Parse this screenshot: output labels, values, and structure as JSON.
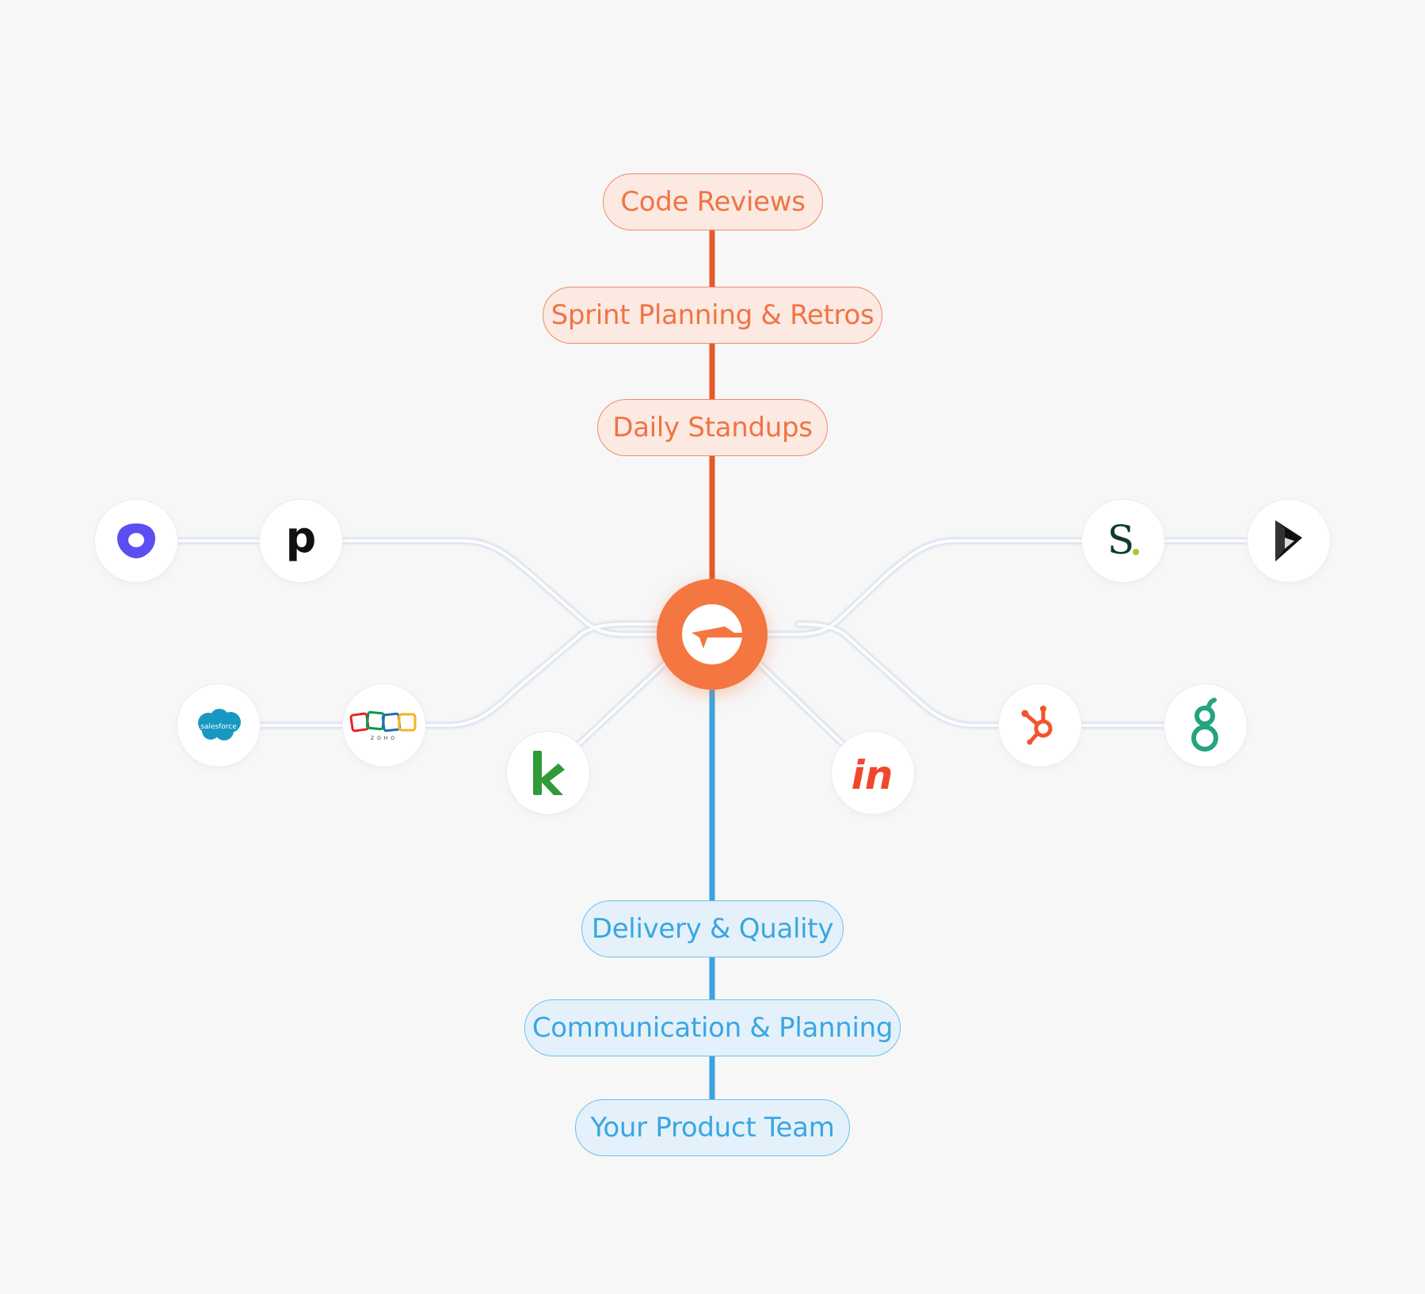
{
  "top_stack": {
    "code_reviews": "Code Reviews",
    "sprint_planning": "Sprint Planning & Retros",
    "daily_standups": "Daily Standups"
  },
  "bottom_stack": {
    "delivery_quality": "Delivery & Quality",
    "communication_planning": "Communication & Planning",
    "product_team": "Your Product Team"
  },
  "logos": {
    "salesforce_text": "salesforce",
    "zoho_text": "ZOHO"
  },
  "colors": {
    "orange_accent": "#f47640",
    "blue_accent": "#3aa6e2",
    "connector_gray": "#d8e2ee"
  },
  "icons": [
    "outreach-icon",
    "pipedrive-icon",
    "salesforce-icon",
    "zoho-icon",
    "keap-icon",
    "invision-icon",
    "hubspot-icon",
    "greenhouse-icon",
    "salesloft-icon",
    "dynamics-icon",
    "hub-logo-icon"
  ]
}
